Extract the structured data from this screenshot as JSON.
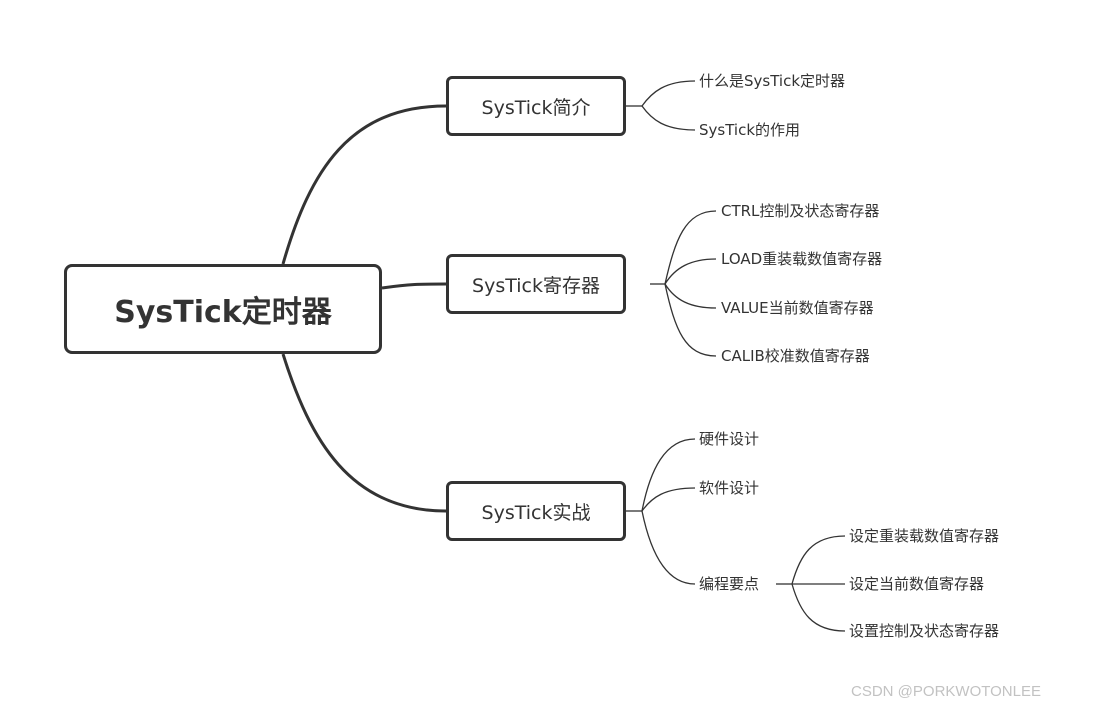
{
  "mindmap": {
    "root": {
      "label": "SysTick定时器"
    },
    "branches": [
      {
        "label": "SysTick简介",
        "children": [
          "什么是SysTick定时器",
          "SysTick的作用"
        ]
      },
      {
        "label": "SysTick寄存器",
        "children": [
          "CTRL控制及状态寄存器",
          "LOAD重装载数值寄存器",
          "VALUE当前数值寄存器",
          "CALIB校准数值寄存器"
        ]
      },
      {
        "label": "SysTick实战",
        "children": [
          "硬件设计",
          "软件设计",
          "编程要点"
        ]
      }
    ],
    "subtopic": {
      "parent": "编程要点",
      "children": [
        "设定重装载数值寄存器",
        "设定当前数值寄存器",
        "设置控制及状态寄存器"
      ]
    }
  },
  "watermark": "CSDN @PORKWOTONLEE",
  "colors": {
    "line": "#333333",
    "text": "#333333",
    "watermark": "#c2c2c2",
    "background": "#ffffff"
  }
}
